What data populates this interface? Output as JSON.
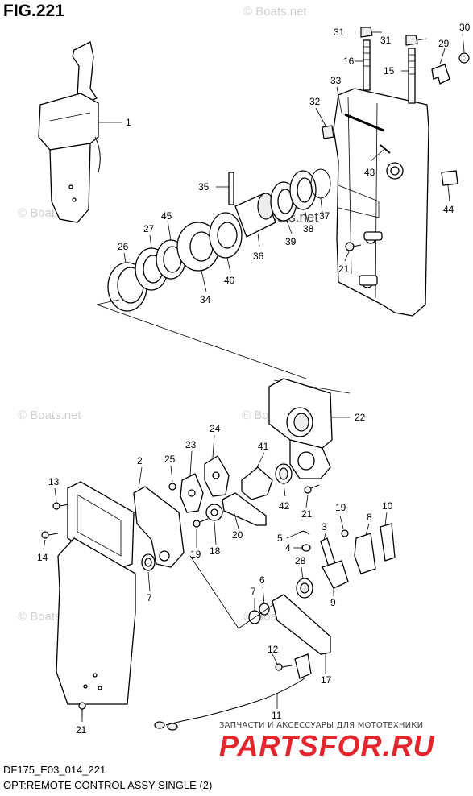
{
  "figure": {
    "title": "FIG.221",
    "code": "DF175_E03_014_221",
    "description": "OPT:REMOTE CONTROL ASSY SINGLE (2)"
  },
  "watermarks": {
    "text": "© Boats.net"
  },
  "promo": {
    "tagline": "ЗАПЧАСТИ И АКСЕССУАРЫ ДЛЯ МОТОТЕХНИКИ",
    "logo": "PARTSFOR.RU",
    "logo_color": "#e3262e"
  },
  "callouts": [
    "1",
    "2",
    "3",
    "4",
    "5",
    "6",
    "7",
    "7",
    "8",
    "9",
    "10",
    "11",
    "12",
    "13",
    "14",
    "15",
    "16",
    "17",
    "18",
    "19",
    "19",
    "20",
    "21",
    "21",
    "21",
    "21",
    "22",
    "23",
    "24",
    "25",
    "26",
    "27",
    "28",
    "29",
    "30",
    "31",
    "31",
    "32",
    "33",
    "34",
    "35",
    "36",
    "37",
    "38",
    "39",
    "40",
    "41",
    "42",
    "43",
    "44",
    "45"
  ]
}
